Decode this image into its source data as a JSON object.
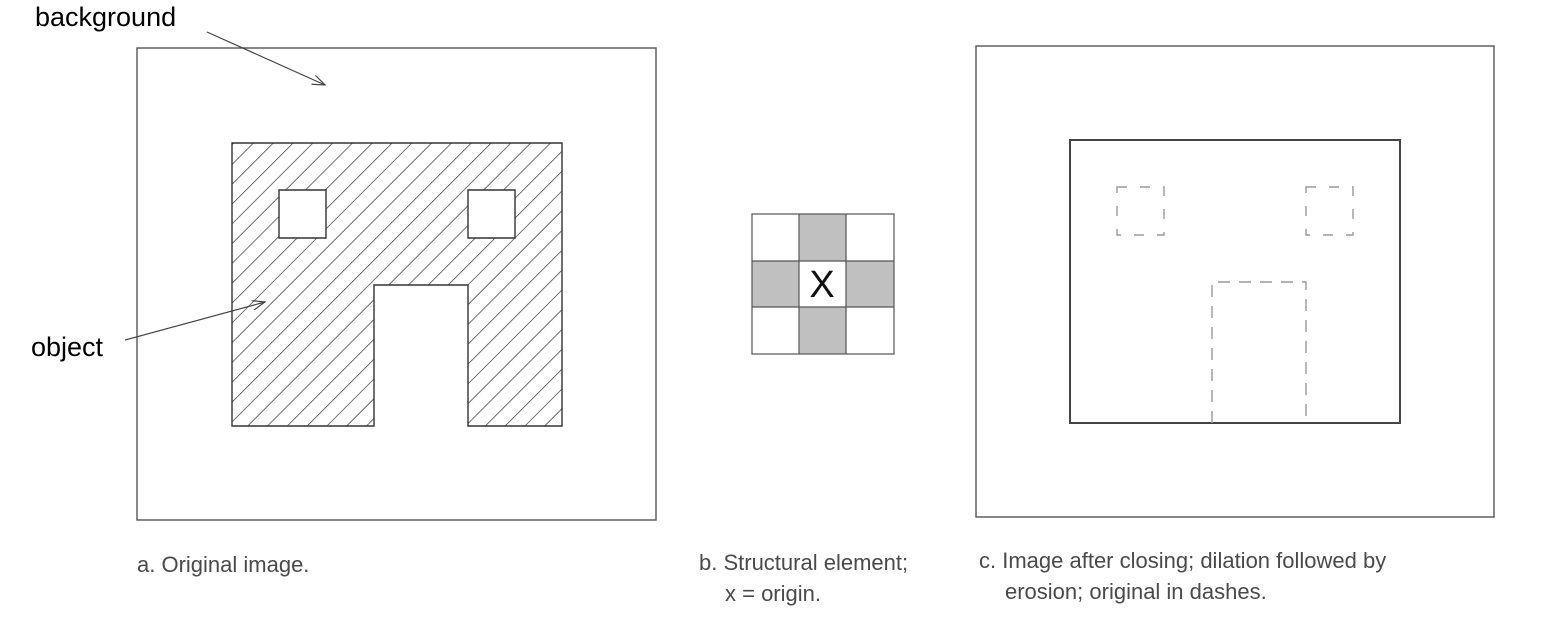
{
  "labels": {
    "background": "background",
    "object": "object"
  },
  "structural_element": {
    "origin_mark": "X"
  },
  "captions": {
    "a": "a. Original image.",
    "b_line1": "b. Structural element;",
    "b_line2": "x = origin.",
    "c_line1": "c. Image after closing; dilation followed by",
    "c_line2": "erosion; original in dashes."
  },
  "colors": {
    "frame": "#555555",
    "object_hatch": "#333333",
    "element_filled": "#c0c0c0",
    "dashes": "#9a9a9a",
    "caption_text": "#4a4a4a"
  }
}
